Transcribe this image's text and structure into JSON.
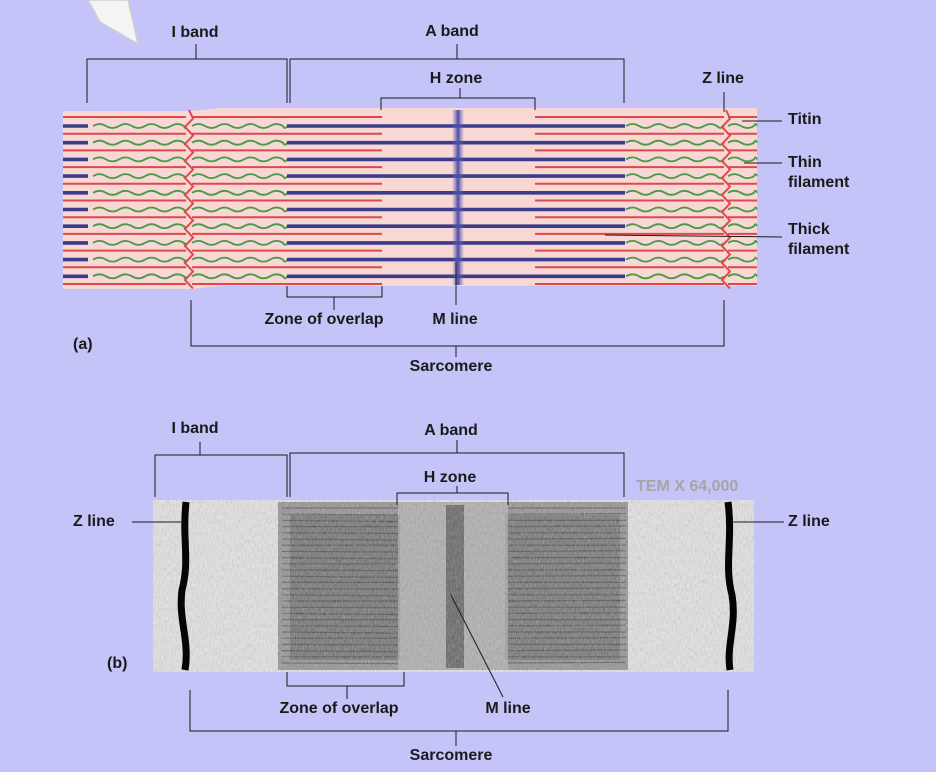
{
  "diagram_a": {
    "panel_label": "(a)",
    "i_band": "I band",
    "a_band": "A band",
    "h_zone": "H zone",
    "z_line": "Z line",
    "titin": "Titin",
    "thin_filament_1": "Thin",
    "thin_filament_2": "filament",
    "thick_filament_1": "Thick",
    "thick_filament_2": "filament",
    "zone_of_overlap": "Zone of overlap",
    "m_line": "M line",
    "sarcomere": "Sarcomere"
  },
  "micrograph_b": {
    "panel_label": "(b)",
    "i_band": "I band",
    "a_band": "A band",
    "h_zone": "H zone",
    "magnification": "TEM X 64,000",
    "z_line_left": "Z line",
    "z_line_right": "Z line",
    "zone_of_overlap": "Zone of overlap",
    "m_line": "M line",
    "sarcomere": "Sarcomere"
  },
  "colors": {
    "background": "#c4c4f8",
    "myofibril_fill": "#f8d8d4",
    "thin_filament": "#e04848",
    "titin": "#4a9a4a",
    "thick_filament": "#3c3c8c",
    "m_line": "#6a6ac0"
  },
  "icons": [
    "arrow-pointer-icon"
  ]
}
